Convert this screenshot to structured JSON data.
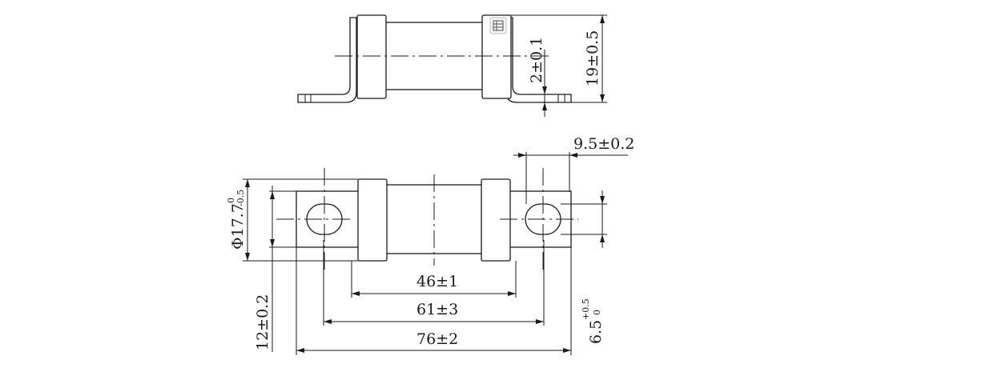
{
  "dimensions": {
    "side_tab_thickness": "2±0.1",
    "side_height": "19±0.5",
    "slot_offset": "9.5±0.2",
    "body_diameter_main": "Φ17.7",
    "body_diameter_upper": "0",
    "body_diameter_lower": "-0.5",
    "length_inner": "46±1",
    "length_mid": "61±3",
    "length_overall": "76±2",
    "tab_width": "12±0.2",
    "slot_width_main": "6.5",
    "slot_width_upper": "+0.5",
    "slot_width_lower": "0"
  },
  "icons": {
    "overlay": "frame-icon"
  }
}
